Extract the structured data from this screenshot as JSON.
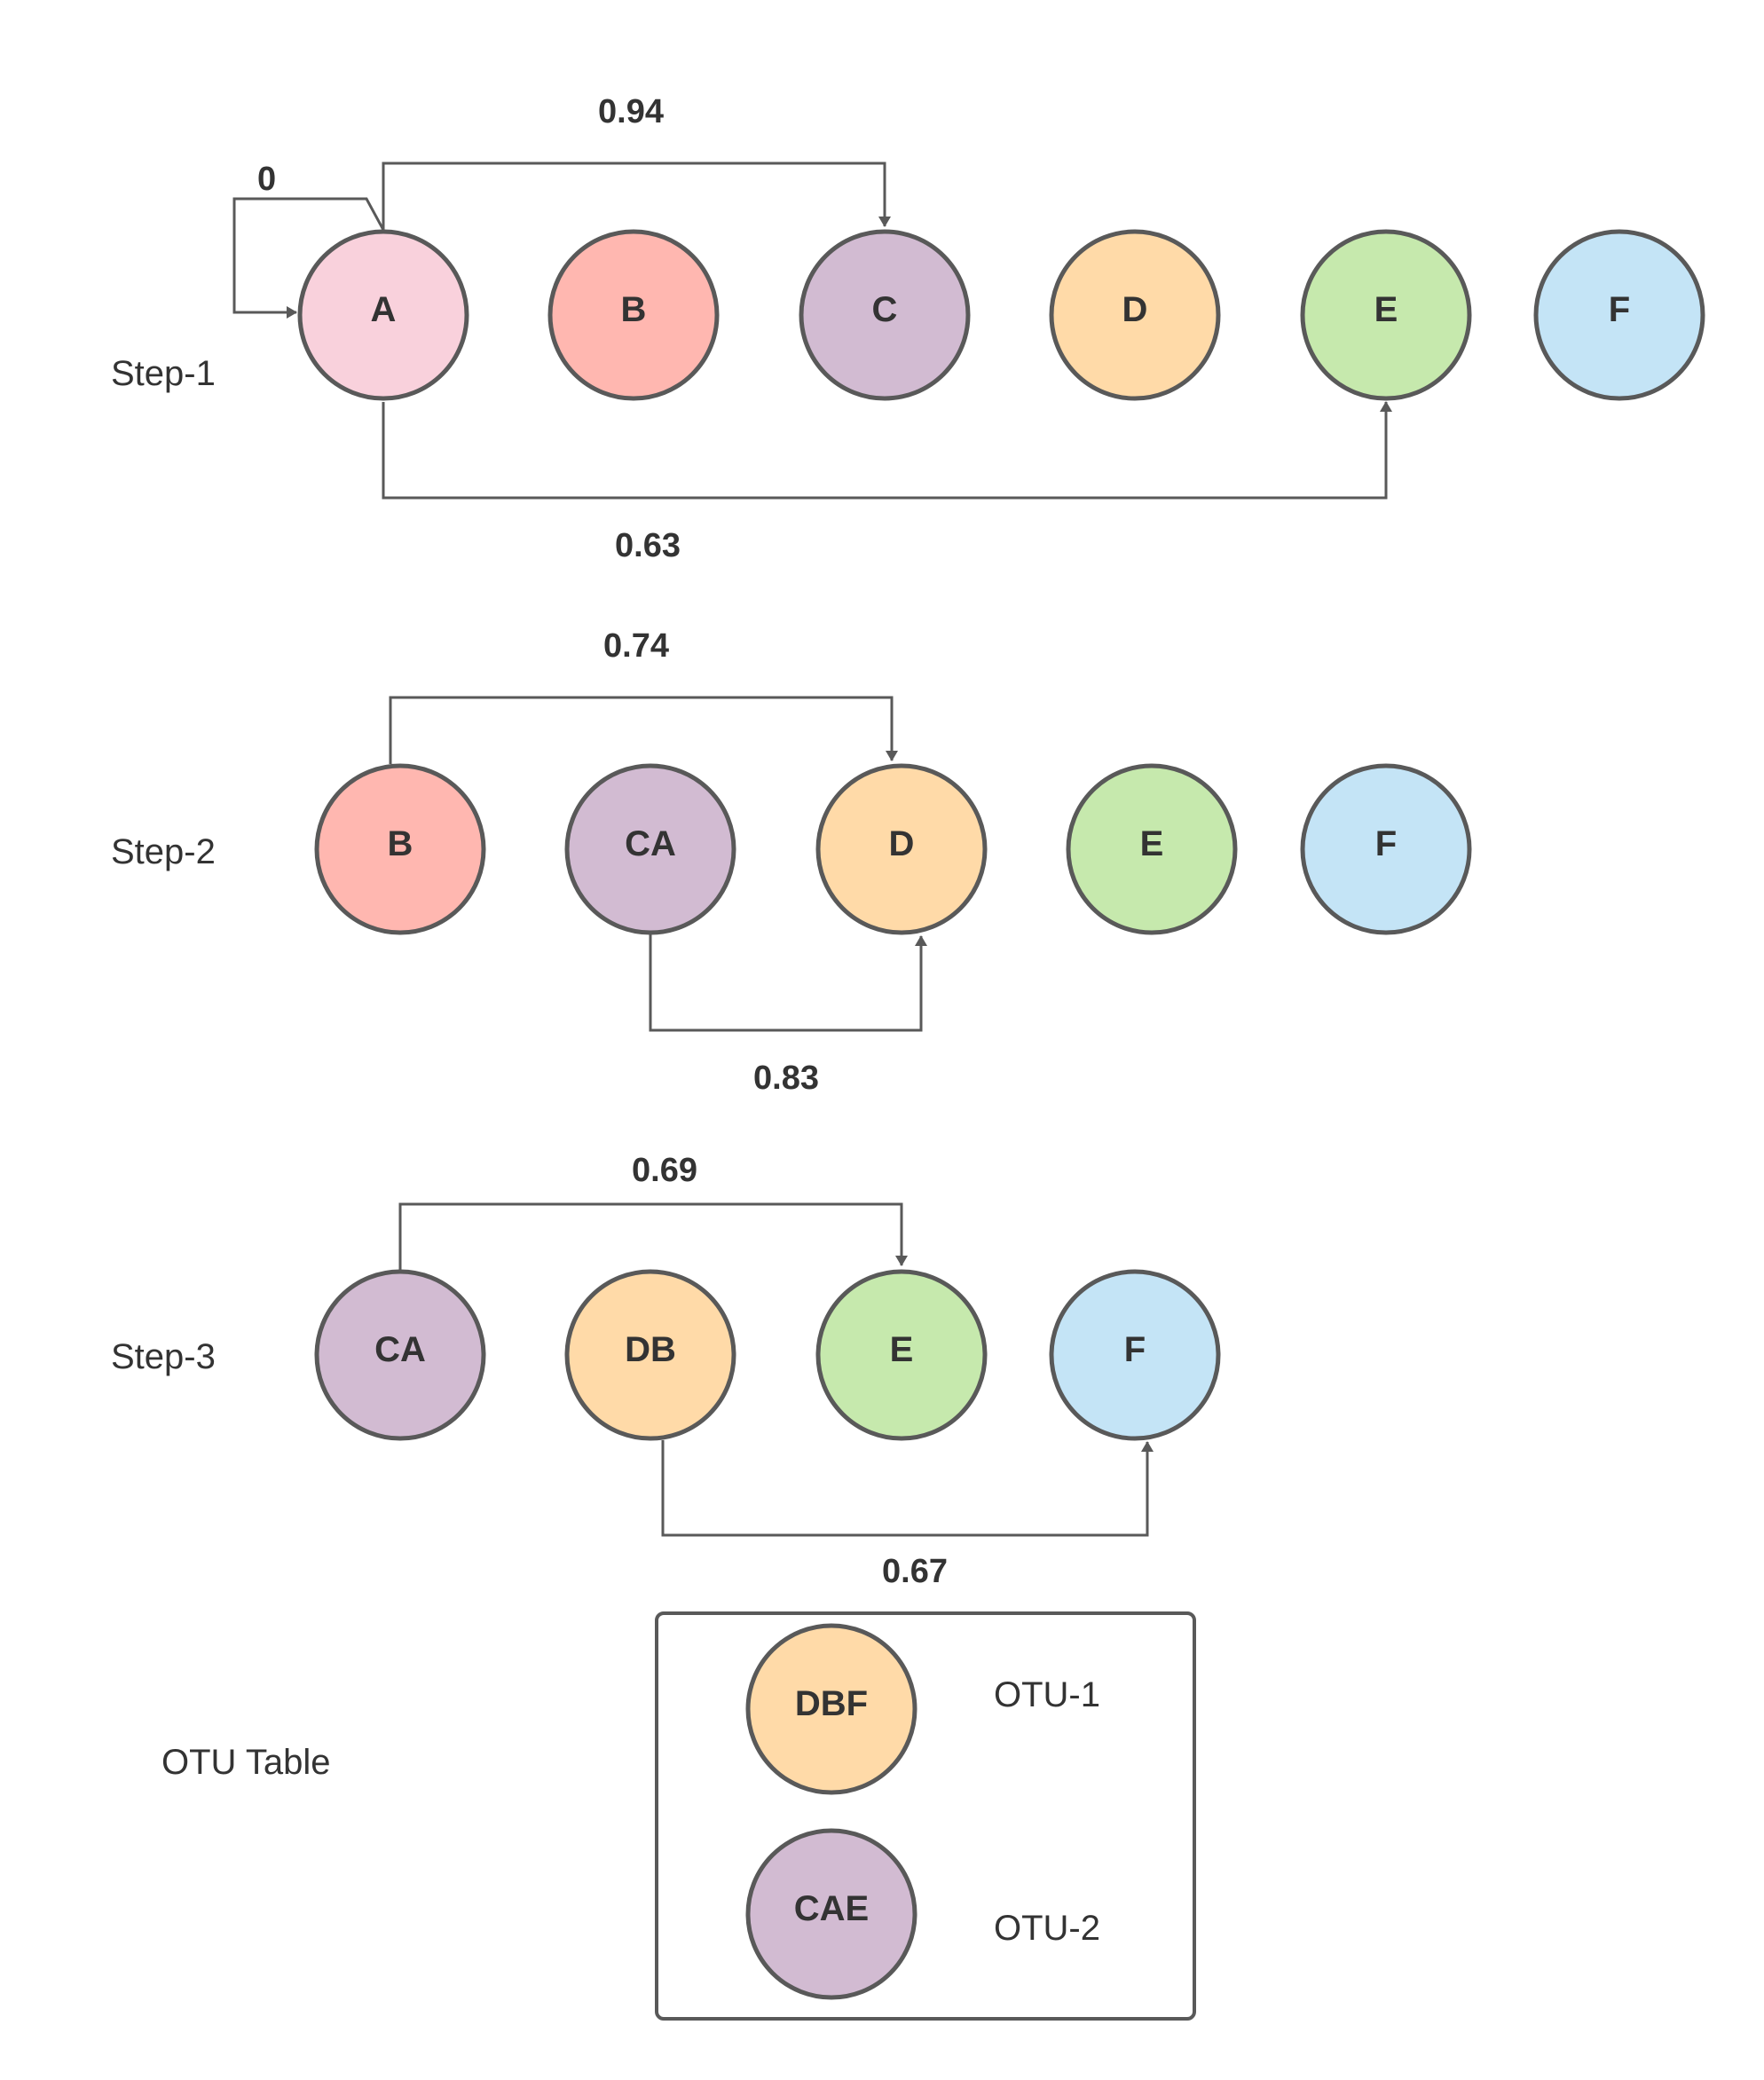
{
  "colors": {
    "A": "#f9d1dc",
    "B": "#ffb7b0",
    "C": "#d2bbd2",
    "D": "#ffdaa8",
    "E": "#c6e9ad",
    "F": "#c4e4f6",
    "stroke": "#595959",
    "text": "#333333"
  },
  "steps": [
    {
      "label": "Step-1",
      "nodes": [
        {
          "id": "A",
          "label": "A",
          "color": "A"
        },
        {
          "id": "B",
          "label": "B",
          "color": "B"
        },
        {
          "id": "C",
          "label": "C",
          "color": "C"
        },
        {
          "id": "D",
          "label": "D",
          "color": "D"
        },
        {
          "id": "E",
          "label": "E",
          "color": "E"
        },
        {
          "id": "F",
          "label": "F",
          "color": "F"
        }
      ],
      "edges": [
        {
          "from": "A",
          "to": "A",
          "label": "0"
        },
        {
          "from": "A",
          "to": "C",
          "label": "0.94"
        },
        {
          "from": "A",
          "to": "E",
          "label": "0.63"
        }
      ]
    },
    {
      "label": "Step-2",
      "nodes": [
        {
          "id": "B",
          "label": "B",
          "color": "B"
        },
        {
          "id": "CA",
          "label": "CA",
          "color": "C"
        },
        {
          "id": "D",
          "label": "D",
          "color": "D"
        },
        {
          "id": "E",
          "label": "E",
          "color": "E"
        },
        {
          "id": "F",
          "label": "F",
          "color": "F"
        }
      ],
      "edges": [
        {
          "from": "B",
          "to": "D",
          "label": "0.74"
        },
        {
          "from": "CA",
          "to": "D",
          "label": "0.83"
        }
      ]
    },
    {
      "label": "Step-3",
      "nodes": [
        {
          "id": "CA",
          "label": "CA",
          "color": "C"
        },
        {
          "id": "DB",
          "label": "DB",
          "color": "D"
        },
        {
          "id": "E",
          "label": "E",
          "color": "E"
        },
        {
          "id": "F",
          "label": "F",
          "color": "F"
        }
      ],
      "edges": [
        {
          "from": "CA",
          "to": "E",
          "label": "0.69"
        },
        {
          "from": "DB",
          "to": "F",
          "label": "0.67"
        }
      ]
    }
  ],
  "otu_table": {
    "label": "OTU Table",
    "entries": [
      {
        "node": "DBF",
        "color": "D",
        "label": "OTU-1"
      },
      {
        "node": "CAE",
        "color": "C",
        "label": "OTU-2"
      }
    ]
  }
}
